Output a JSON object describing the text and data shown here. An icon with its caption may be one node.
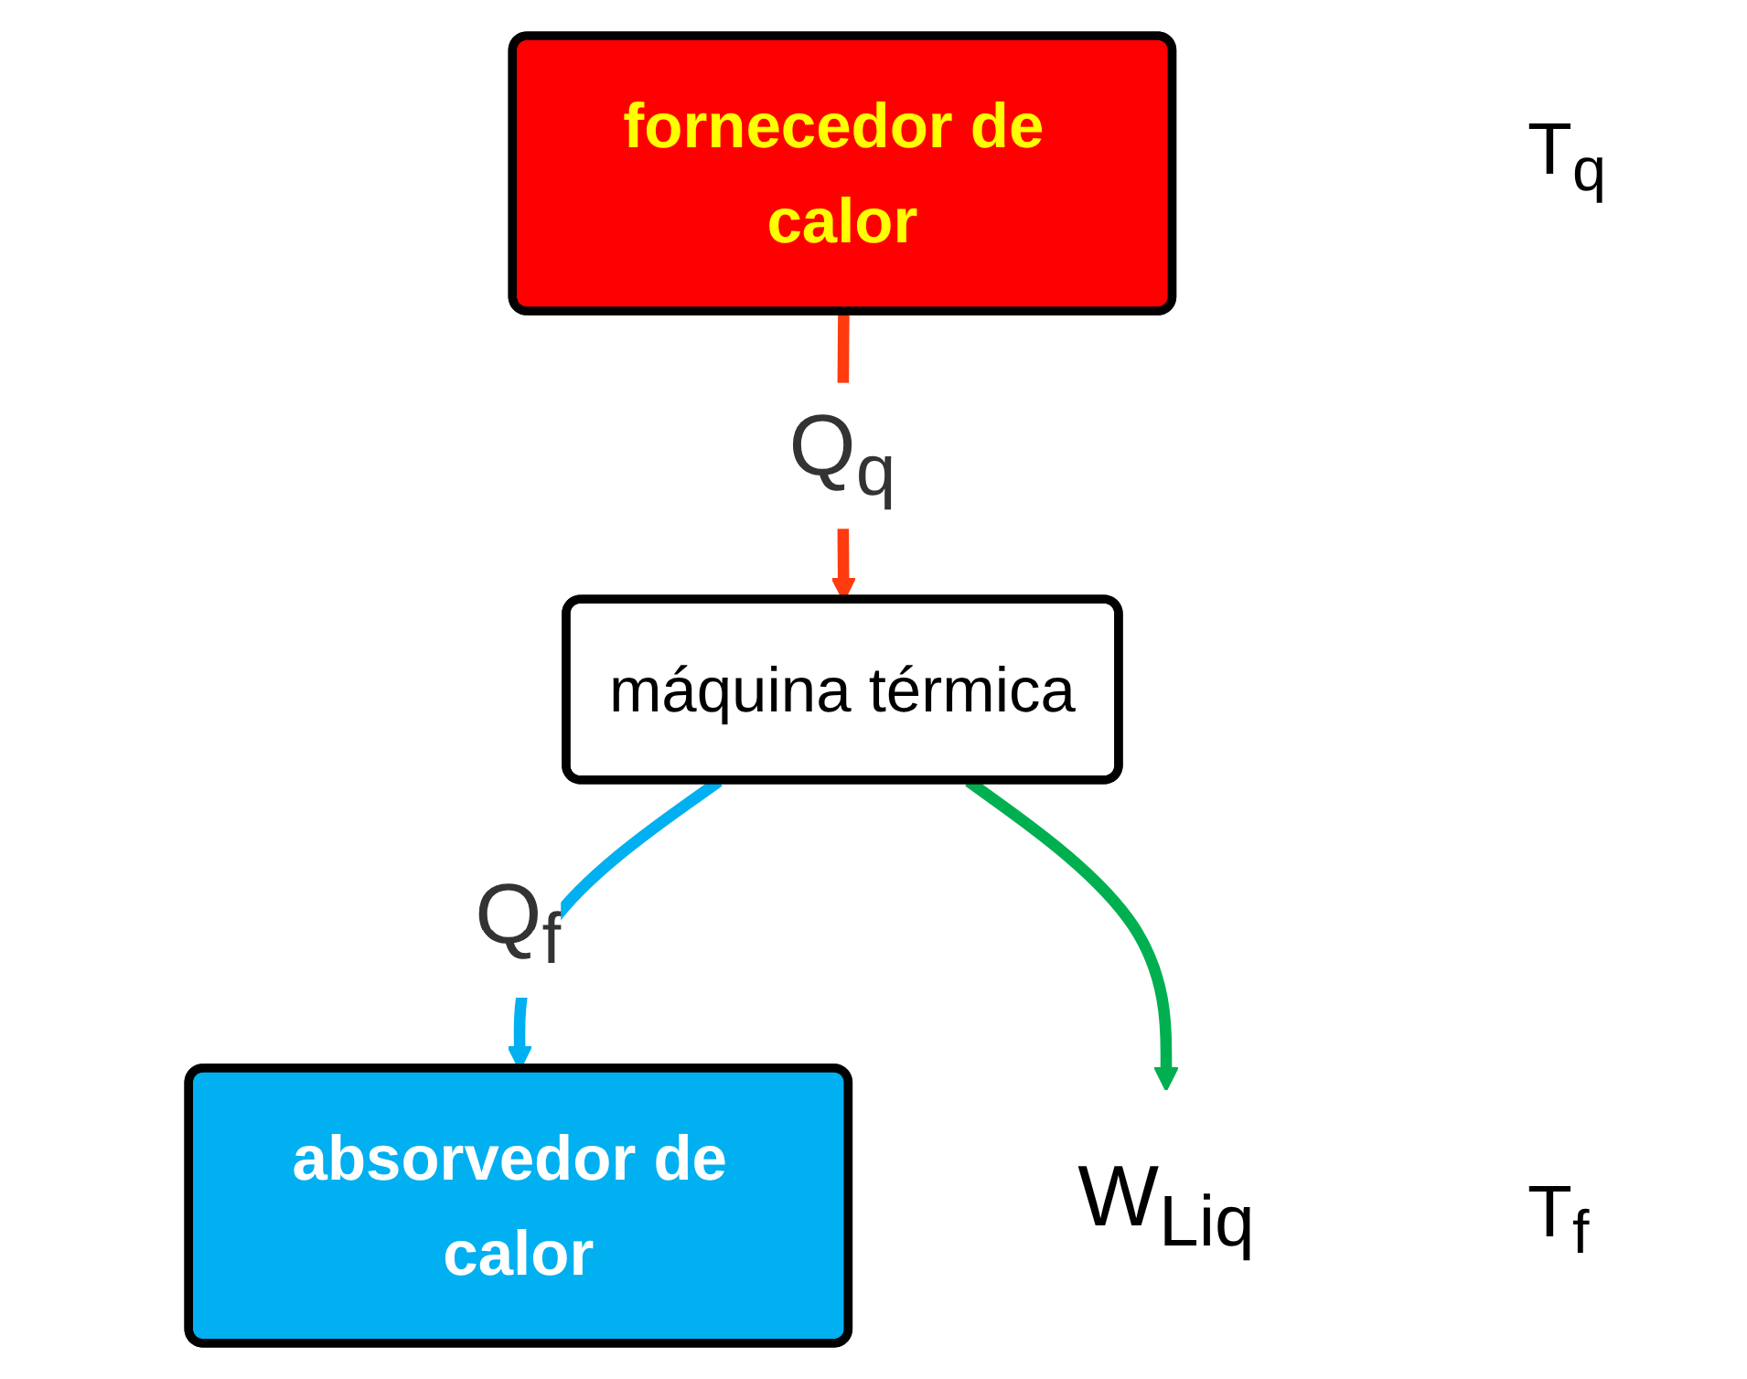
{
  "diagram": {
    "nodes": [
      {
        "text": [
          "fornecedor de calor"
        ]
      },
      {
        "text": [
          "máquina térmica"
        ]
      },
      {
        "text": [
          "absorvedor de calor"
        ]
      },
      {
        "text": [
          "W$_{Liq}$"
        ]
      }
    ],
    "edges": [
      {
        "from": 0,
        "to": 1,
        "arrow": "to",
        "label": "Q$_{q}$",
        "color": "#ff3b0f"
      },
      {
        "from": 1,
        "to": 2,
        "arrow": "to",
        "label": "Q$_{f}$",
        "color": "#00b0f0"
      },
      {
        "from": 1,
        "to": 3,
        "arrow": "to",
        "color": "#00b050"
      }
    ],
    "labels": [
      "T$_{q}$",
      "T$_{f}$"
    ]
  }
}
